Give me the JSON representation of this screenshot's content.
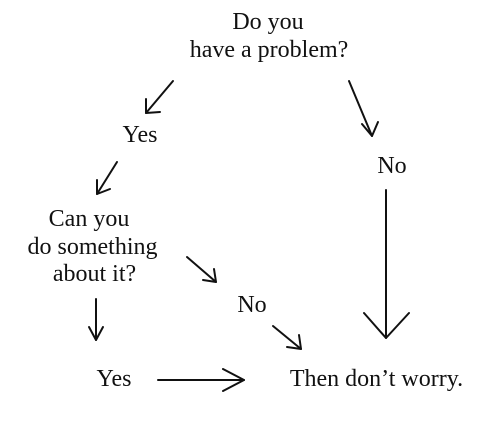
{
  "diagram": {
    "question1": {
      "line1": "Do you",
      "line2": "have a problem?"
    },
    "yes1": "Yes",
    "no1": "No",
    "question2": {
      "line1": "Can you",
      "line2": "do something",
      "line3": "about it?"
    },
    "no2": "No",
    "yes2": "Yes",
    "conclusion": "Then don’t worry."
  }
}
